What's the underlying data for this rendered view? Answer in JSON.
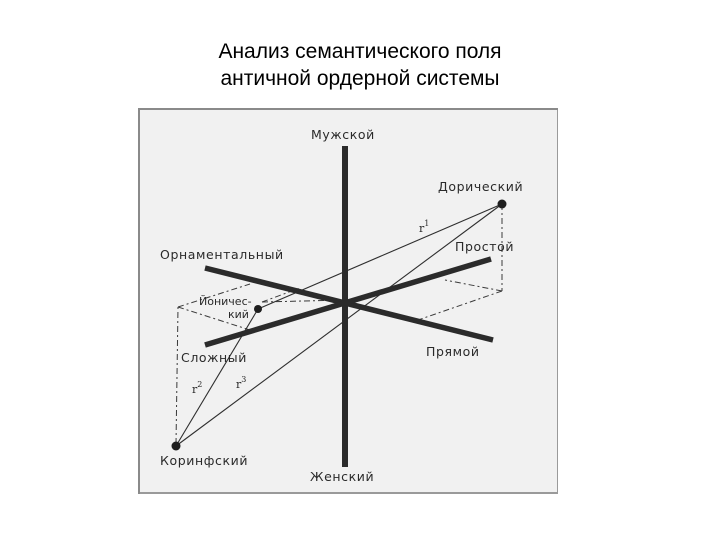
{
  "title": {
    "line1": "Анализ семантического поля",
    "line2": "античной ордерной системы"
  },
  "diagram": {
    "axes": [
      {
        "id": "vertical",
        "positive": "Мужской",
        "negative": "Женский"
      },
      {
        "id": "ornament",
        "positive": "Орнаментальный",
        "negative": "Прямой"
      },
      {
        "id": "complexity",
        "positive": "Простой",
        "negative": "Сложный"
      }
    ],
    "labels": {
      "male": "Мужской",
      "female": "Женский",
      "ornamental": "Орнаментальный",
      "straight": "Прямой",
      "simple": "Простой",
      "complex": "Сложный"
    },
    "orders": {
      "doric": "Дорический",
      "ionic_line1": "Йоничес-",
      "ionic_line2": "кий",
      "corinthian": "Коринфский"
    },
    "distances": {
      "r1": "r",
      "r1_sup": "1",
      "r2": "r",
      "r2_sup": "2",
      "r3": "r",
      "r3_sup": "3"
    },
    "colors": {
      "axis": "#2b2b2b",
      "line": "#333333",
      "background": "#f1f1f1",
      "frame": "#8a8a8a"
    }
  }
}
